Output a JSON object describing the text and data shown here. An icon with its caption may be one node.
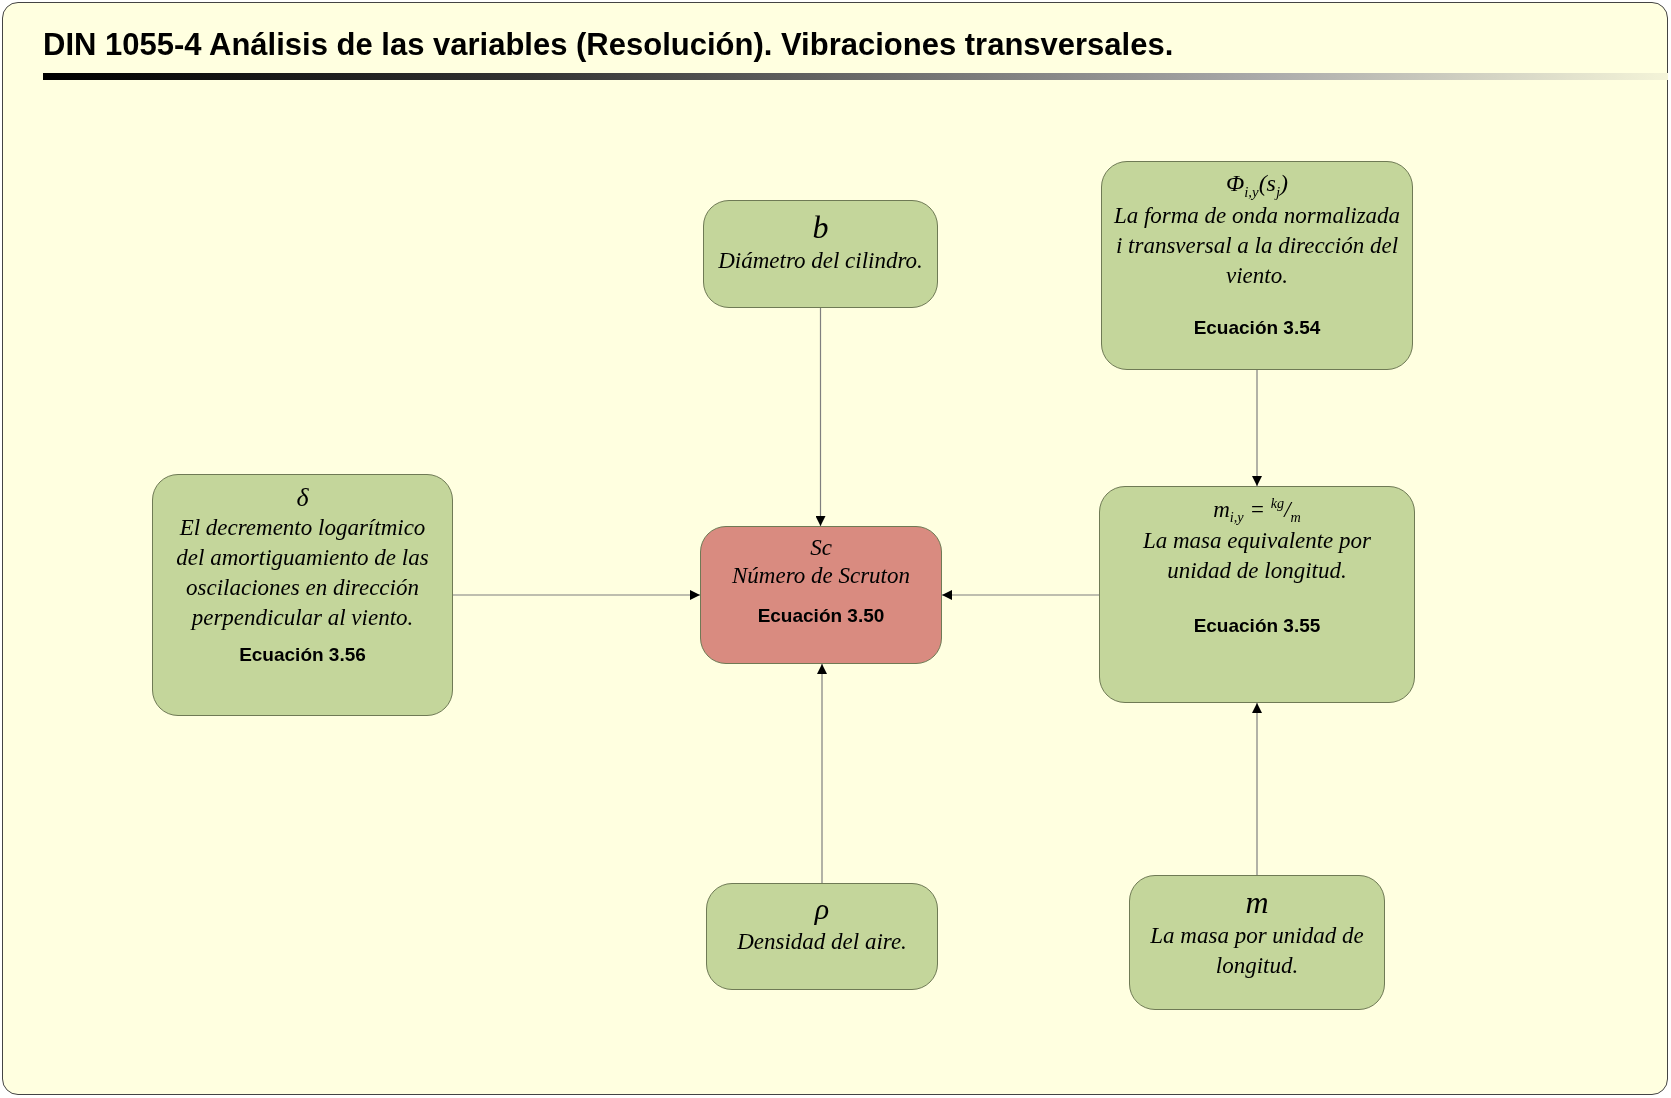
{
  "diagram": {
    "title": "DIN 1055-4 Análisis de las variables (Resolución). Vibraciones transversales.",
    "nodes": [
      {
        "text": [
          "b",
          "Diámetro del cilindro."
        ]
      },
      {
        "text": [
          "Φ$_{i,y}$(s$_{j}$)",
          "La forma de onda normalizada i transversal a la dirección del viento.",
          "Ecuación 3.54"
        ]
      },
      {
        "text": [
          "δ",
          "El decremento logarítmico del amortiguamiento de las oscilaciones en dirección perpendicular al viento.",
          "Ecuación 3.56"
        ]
      },
      {
        "text": [
          "Sc",
          "Número de Scruton",
          "Ecuación 3.50"
        ]
      },
      {
        "text": [
          "m$_{i,y}$ = $^{kg}$/$_{m}$",
          "La masa equivalente por unidad de longitud.",
          "Ecuación 3.55"
        ]
      },
      {
        "text": [
          "ρ",
          "Densidad del aire."
        ]
      },
      {
        "text": [
          "m",
          "La masa por unidad de longitud."
        ]
      }
    ],
    "edges": [
      {
        "from": 0,
        "to": 3,
        "arrow": "to"
      },
      {
        "from": 1,
        "to": 4,
        "arrow": "to"
      },
      {
        "from": 2,
        "to": 3,
        "arrow": "to"
      },
      {
        "from": 4,
        "to": 3,
        "arrow": "to"
      },
      {
        "from": 5,
        "to": 3,
        "arrow": "to"
      },
      {
        "from": 6,
        "to": 4,
        "arrow": "to"
      }
    ]
  }
}
